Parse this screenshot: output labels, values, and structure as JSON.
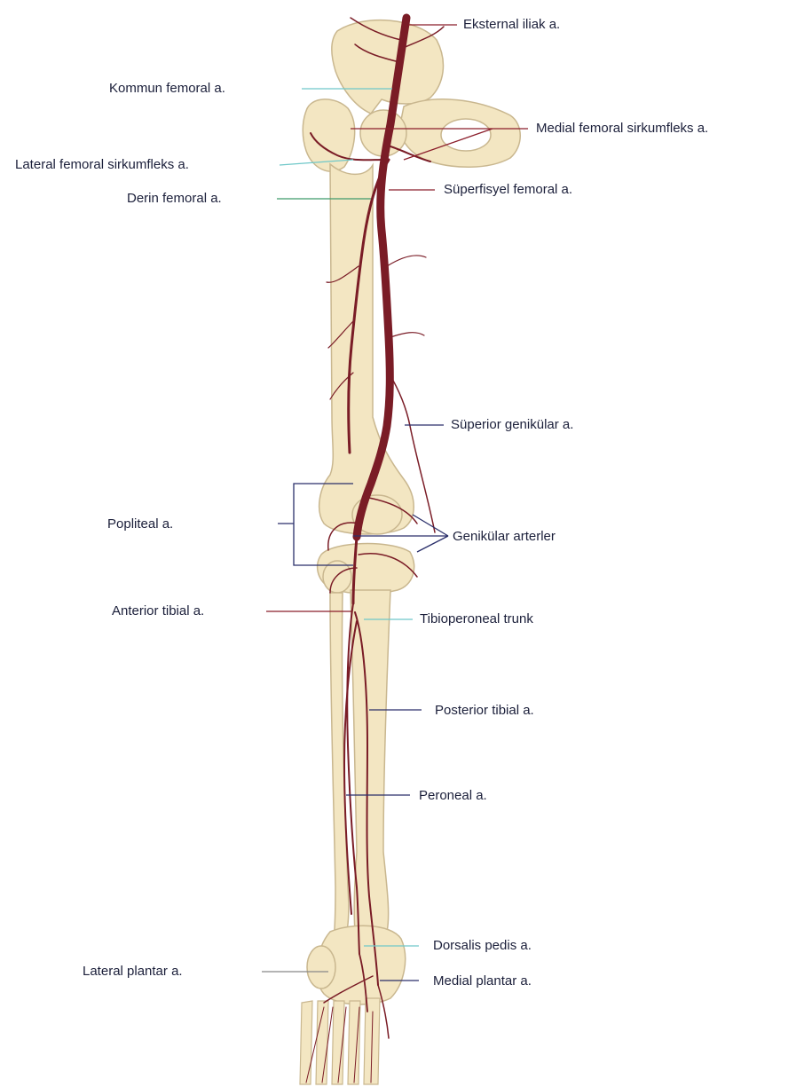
{
  "labels": {
    "eksternal_iliak": "Eksternal iliak a.",
    "kommun_femoral": "Kommun femoral a.",
    "medial_femoral_sirkumfleks": "Medial femoral sirkumfleks a.",
    "lateral_femoral_sirkumfleks": "Lateral femoral sirkumfleks a.",
    "derin_femoral": "Derin femoral a.",
    "superfisyel_femoral": "Süperfisyel femoral a.",
    "superior_genikular": "Süperior genikülar a.",
    "popliteal": "Popliteal a.",
    "genikular_arterler": "Genikülar arterler",
    "anterior_tibial": "Anterior tibial a.",
    "tibioperoneal_trunk": "Tibioperoneal trunk",
    "posterior_tibial": "Posterior tibial a.",
    "peroneal": "Peroneal a.",
    "dorsalis_pedis": "Dorsalis pedis a.",
    "lateral_plantar": "Lateral plantar a.",
    "medial_plantar": "Medial plantar a."
  },
  "colors": {
    "artery": "#7a1c26",
    "bone": "#f3e6c2",
    "bone_outline": "#c9b78f",
    "leader_red": "#8b1e2b",
    "leader_cyan": "#6fc8c9",
    "leader_green": "#3f9a6b",
    "leader_navy": "#2a2f6a",
    "leader_gray": "#888888"
  }
}
